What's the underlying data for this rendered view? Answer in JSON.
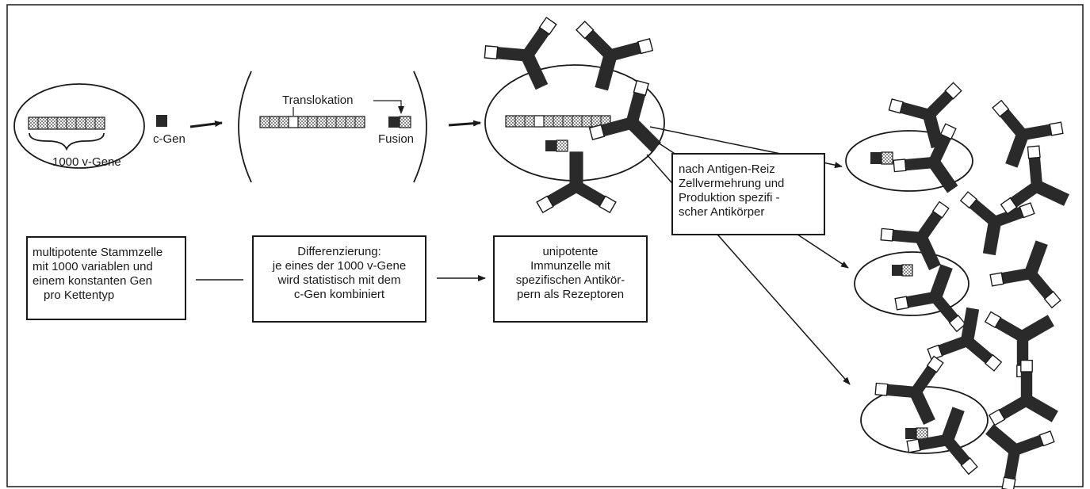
{
  "labels": {
    "c_gen": "c-Gen",
    "v_genes": "1000 v-Gene",
    "translocation": "Translokation",
    "fusion": "Fusion"
  },
  "boxes": {
    "stem_cell": [
      "multipotente Stammzelle",
      "mit 1000 variablen und",
      "einem konstanten Gen",
      "pro Kettentyp"
    ],
    "differentiation": [
      "Differenzierung:",
      "je eines der 1000 v-Gene",
      "wird statistisch mit dem",
      "c-Gen kombiniert"
    ],
    "unipotent": [
      "unipotente",
      "Immunzelle mit",
      "spezifischen Antikör-",
      "pern als Rezeptoren"
    ],
    "antigen_stimulus": [
      "nach Antigen-Reiz",
      "Zellvermehrung und",
      "Produktion spezifi -",
      "scher Antikörper"
    ]
  },
  "colors": {
    "ink": "#1a1a1a",
    "dark_region": "#2a2a2a",
    "stipple": "#9a9a9a",
    "background": "#ffffff"
  }
}
